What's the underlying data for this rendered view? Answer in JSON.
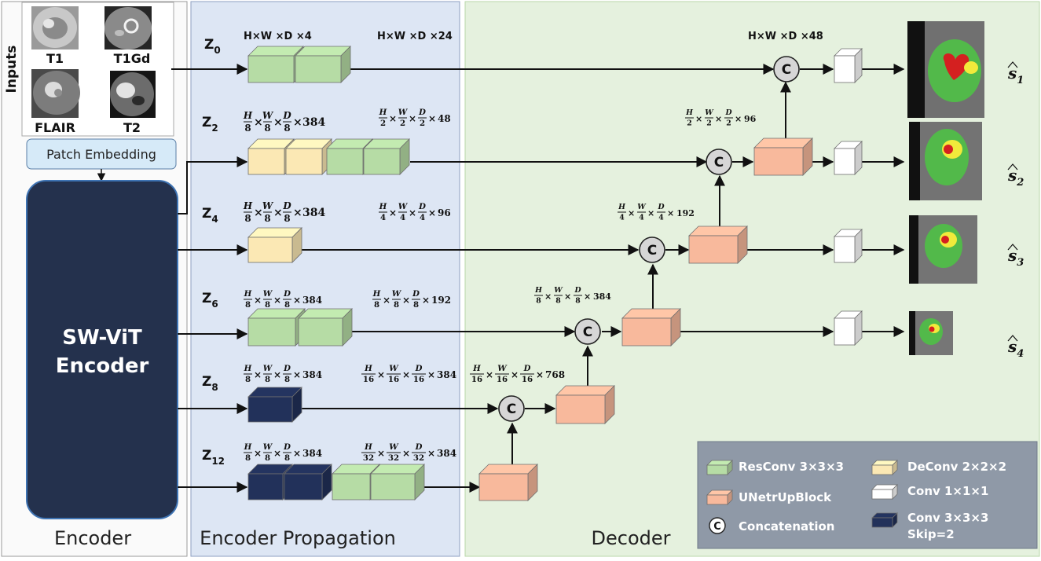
{
  "sections": {
    "encoder": "Encoder",
    "propagation": "Encoder Propagation",
    "decoder": "Decoder"
  },
  "inputs": {
    "title": "Inputs",
    "modalities": [
      "T1",
      "T1Gd",
      "FLAIR",
      "T2"
    ]
  },
  "patch_embedding": "Patch Embedding",
  "encoder_block": {
    "line1": "SW-ViT",
    "line2": "Encoder"
  },
  "z_labels": [
    {
      "base": "Z",
      "sub": "0"
    },
    {
      "base": "Z",
      "sub": "2"
    },
    {
      "base": "Z",
      "sub": "4"
    },
    {
      "base": "Z",
      "sub": "6"
    },
    {
      "base": "Z",
      "sub": "8"
    },
    {
      "base": "Z",
      "sub": "12"
    }
  ],
  "dims": {
    "z0_in": "H×W ×D ×4",
    "z0_out": "H×W ×D ×24",
    "s1_dim": "H×W ×D ×48",
    "z2_in": {
      "den": "8",
      "ch": "384"
    },
    "z2_out": {
      "den": "2",
      "ch": "48"
    },
    "z4_in": {
      "den": "8",
      "ch": "384"
    },
    "z4_out": {
      "den": "4",
      "ch": "96"
    },
    "z6_in": {
      "den": "8",
      "ch": "384"
    },
    "z6_out": {
      "den": "8",
      "ch": "192"
    },
    "z8_in": {
      "den": "8",
      "ch": "384"
    },
    "z8_out": {
      "den": "16",
      "ch": "384"
    },
    "z12_in": {
      "den": "8",
      "ch": "384"
    },
    "z12_out": {
      "den": "32",
      "ch": "384"
    },
    "dec_s2": {
      "den": "2",
      "ch": "96"
    },
    "dec_s3": {
      "den": "4",
      "ch": "192"
    },
    "dec_s4": {
      "den": "8",
      "ch": "384"
    },
    "dec_bottom": {
      "den": "16",
      "ch": "768"
    }
  },
  "concat_symbol": "C",
  "outputs": [
    {
      "base": "s",
      "sub": "1"
    },
    {
      "base": "s",
      "sub": "2"
    },
    {
      "base": "s",
      "sub": "3"
    },
    {
      "base": "s",
      "sub": "4"
    }
  ],
  "legend": {
    "resconv": "ResConv 3×3×3",
    "deconv": "DeConv 2×2×2",
    "unetr": "UNetrUpBlock",
    "conv1": "Conv 1×1×1",
    "concat": "Concatenation",
    "conv3_line1": "Conv 3×3×3",
    "conv3_line2": "Skip=2"
  },
  "colors": {
    "resconv": "#b6dca5",
    "deconv": "#fbe8b4",
    "unetr": "#f8b99c",
    "conv1": "#ffffff",
    "conv3": "#22315a",
    "encoder": "#24314d",
    "propagation_bg": "#dde6f4",
    "decoder_bg": "#e5f1de",
    "legend_bg": "#8f99a7"
  }
}
